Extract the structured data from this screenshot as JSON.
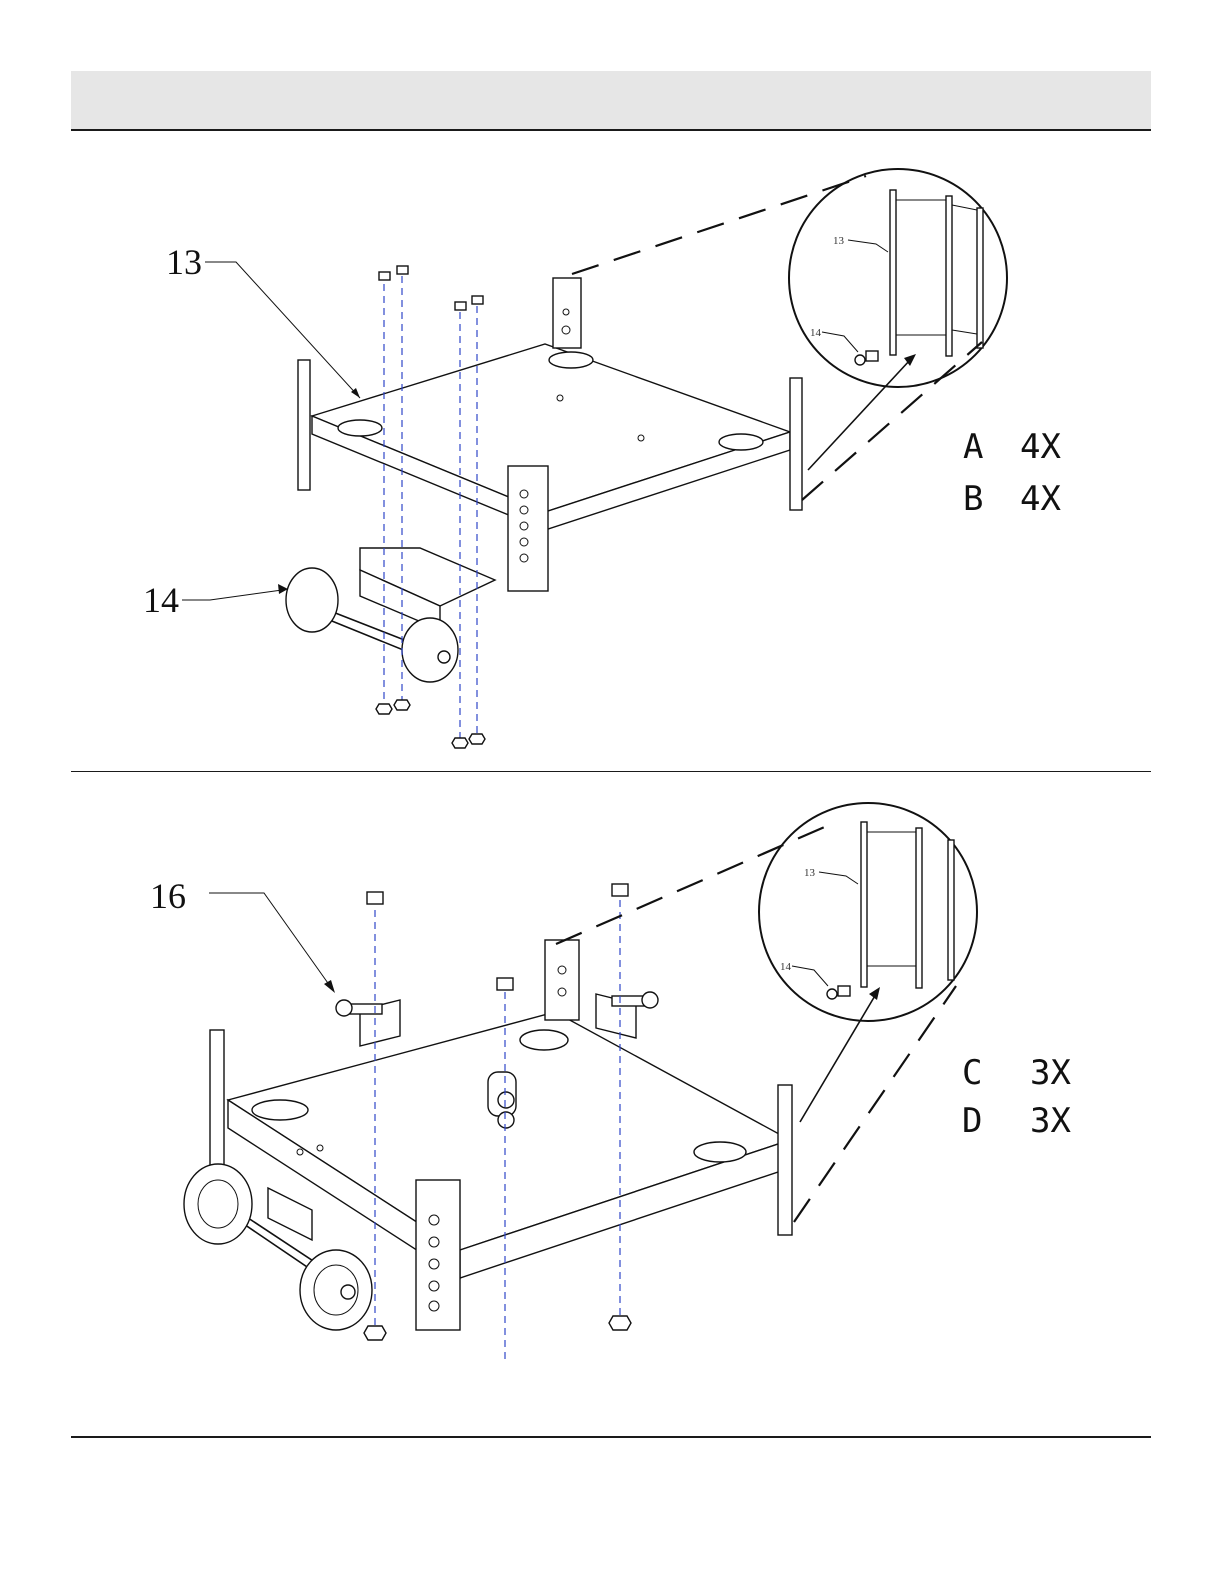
{
  "step1": {
    "callouts": {
      "frame": "13",
      "wheel_assembly": "14"
    },
    "inset_labels": {
      "frame": "13",
      "wheel_assembly": "14"
    },
    "hardware": [
      {
        "letter": "A",
        "qty": "4X"
      },
      {
        "letter": "B",
        "qty": "4X"
      }
    ]
  },
  "step2": {
    "callouts": {
      "handle_bolt": "16"
    },
    "inset_labels": {
      "frame": "13",
      "wheel_assembly": "14"
    },
    "hardware": [
      {
        "letter": "C",
        "qty": "3X"
      },
      {
        "letter": "D",
        "qty": "3X"
      }
    ]
  }
}
